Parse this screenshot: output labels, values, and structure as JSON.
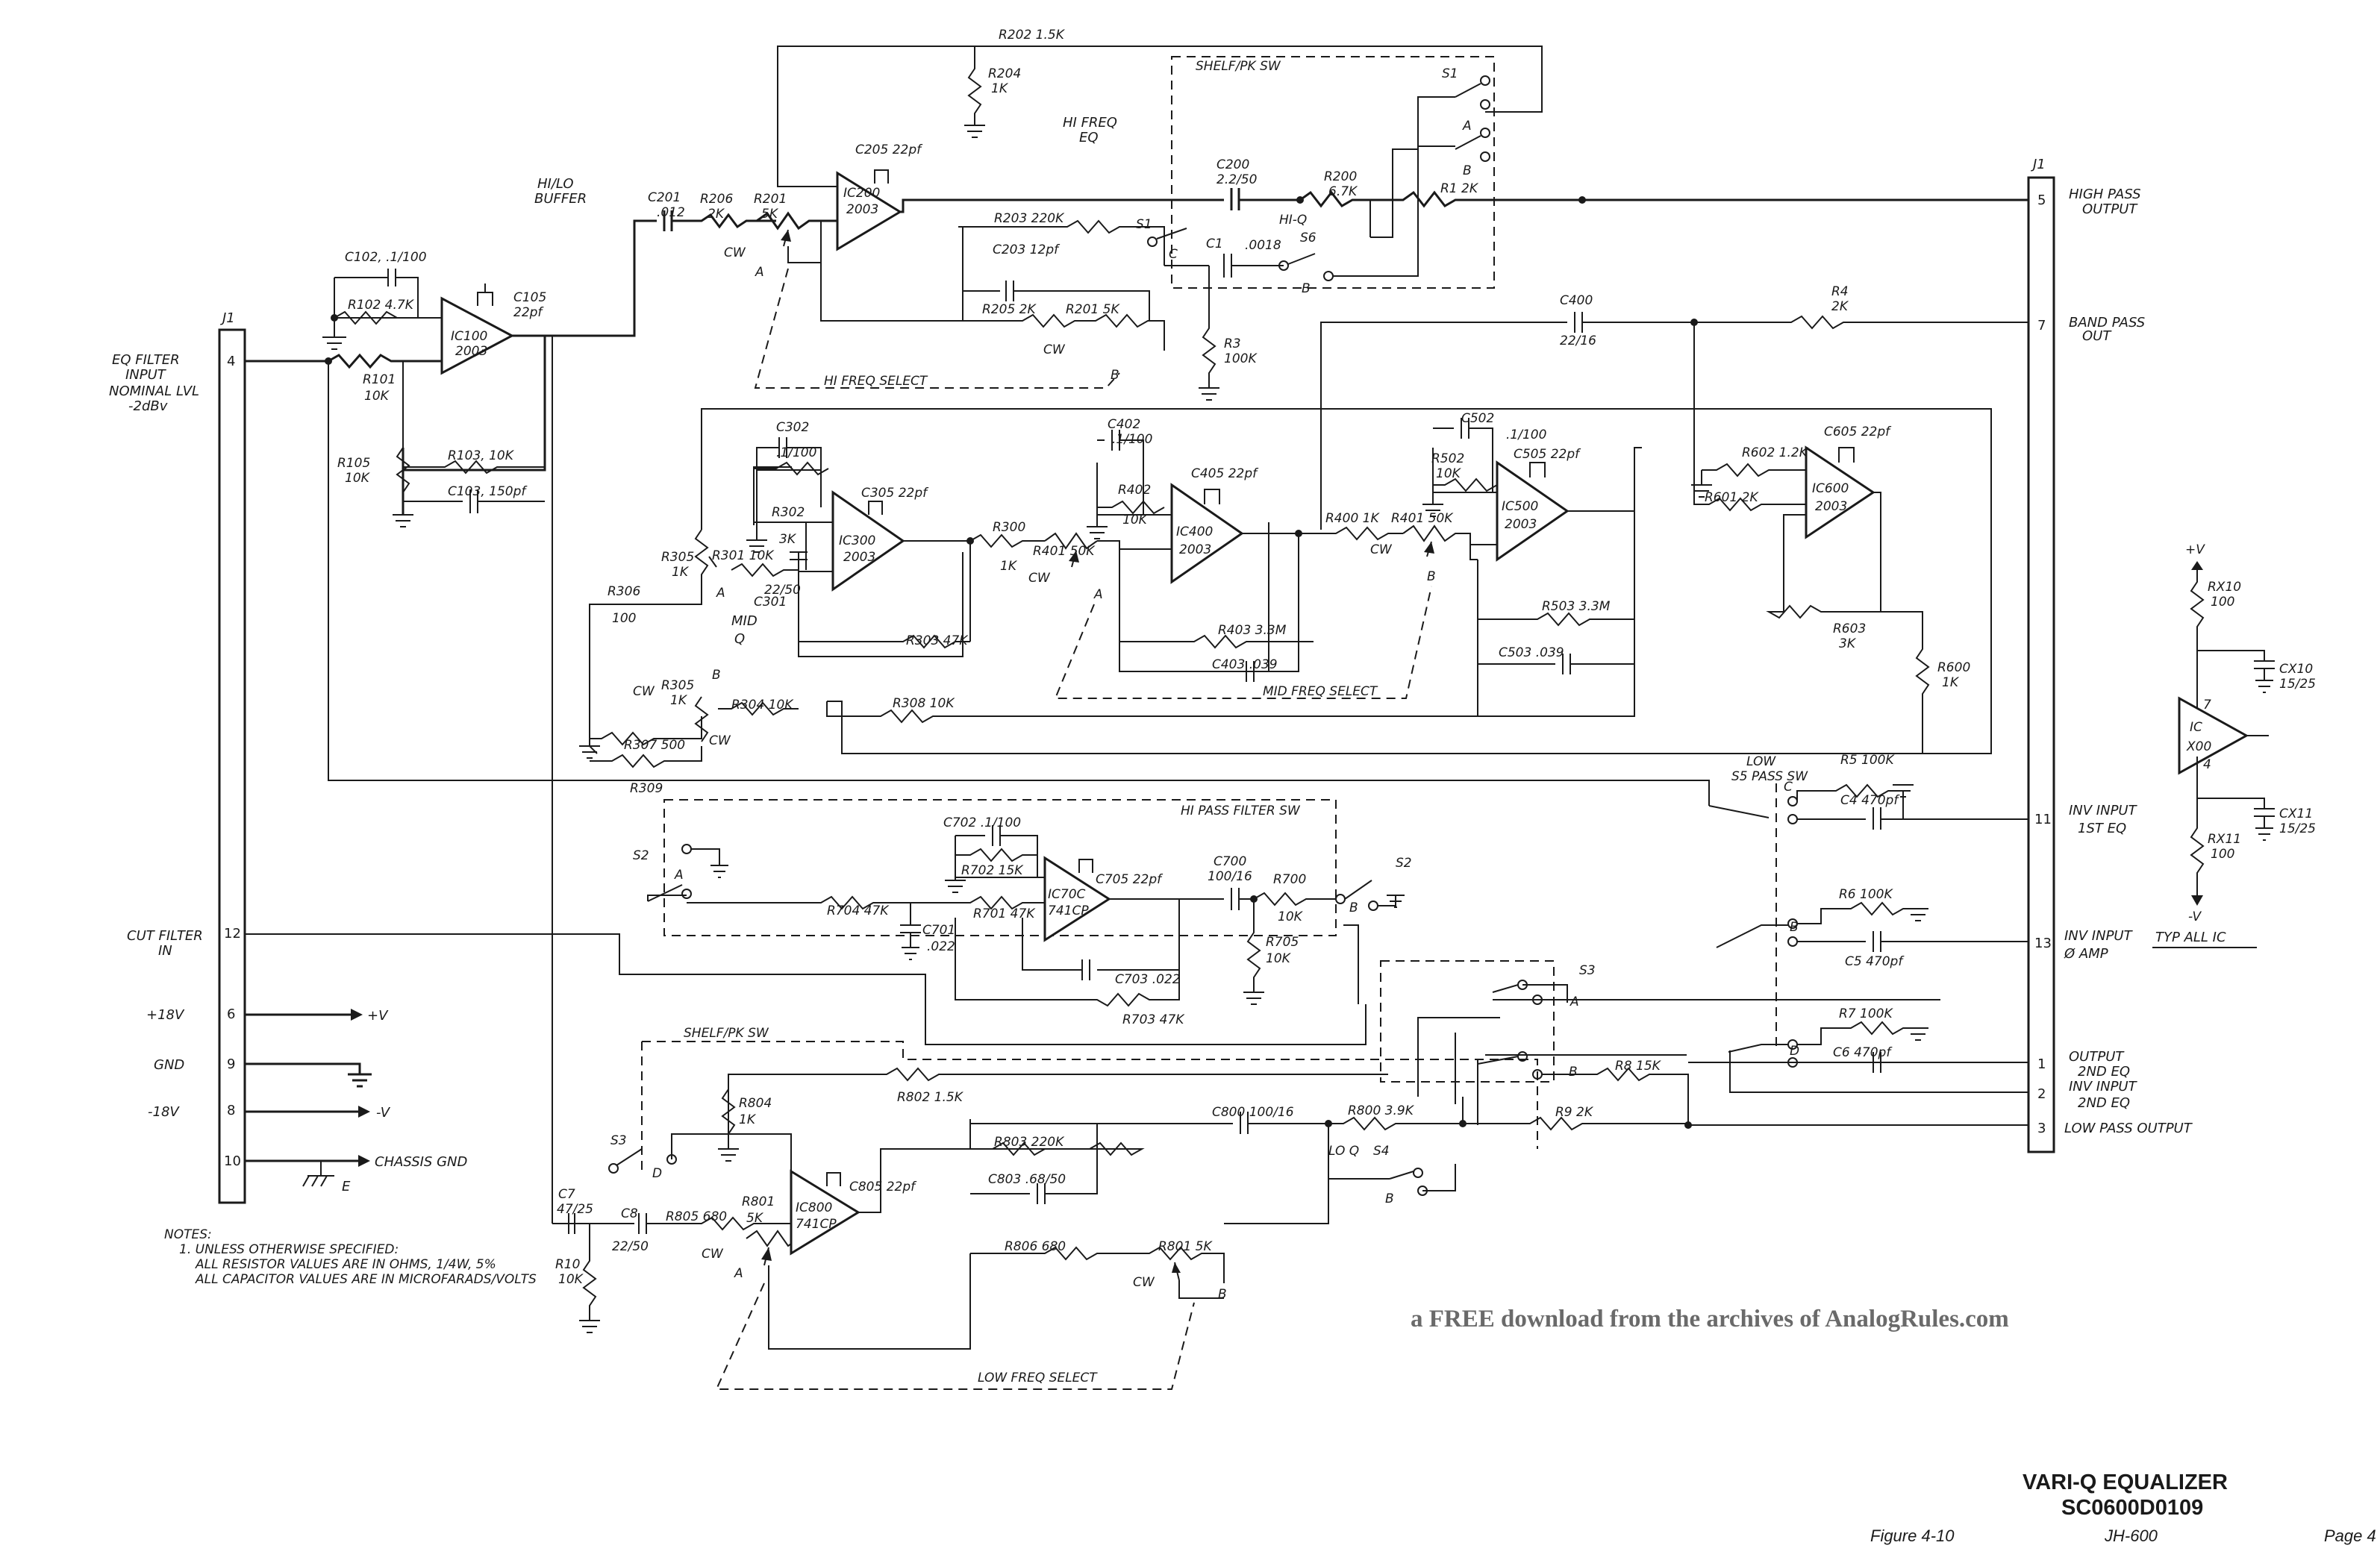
{
  "title_block": {
    "title": "VARI-Q EQUALIZER",
    "drawing_number": "SC0600D0109",
    "figure": "Figure 4-10",
    "model": "JH-600",
    "page": "Page 4"
  },
  "watermark": "a FREE download from the archives of AnalogRules.com",
  "notes": {
    "heading": "NOTES:",
    "line1": "1. UNLESS OTHERWISE SPECIFIED:",
    "line2": "ALL RESISTOR VALUES ARE IN OHMS, 1/4W, 5%",
    "line3": "ALL CAPACITOR VALUES ARE IN MICROFARADS/VOLTS"
  },
  "connector_left": {
    "name": "J1",
    "pins": [
      {
        "num": "4",
        "label1": "EQ FILTER",
        "label2": "INPUT",
        "label3": "NOMINAL LVL",
        "label4": "-2dBv"
      },
      {
        "num": "12",
        "label1": "CUT FILTER",
        "label2": "IN"
      },
      {
        "num": "6",
        "label1": "+18V",
        "net": "+V"
      },
      {
        "num": "9",
        "label1": "GND"
      },
      {
        "num": "8",
        "label1": "-18V",
        "net": "-V"
      },
      {
        "num": "10",
        "net": "CHASSIS GND",
        "ground_tag": "E"
      }
    ]
  },
  "connector_right": {
    "name": "J1",
    "pins": [
      {
        "num": "5",
        "label1": "HIGH PASS",
        "label2": "OUTPUT"
      },
      {
        "num": "7",
        "label1": "BAND PASS",
        "label2": "OUT"
      },
      {
        "num": "11",
        "label1": "INV INPUT",
        "label2": "1ST EQ"
      },
      {
        "num": "13",
        "label1": "INV INPUT",
        "label2": "Ø AMP"
      },
      {
        "num": "1",
        "label1": "OUTPUT",
        "label2": "2ND EQ"
      },
      {
        "num": "2",
        "label1": "INV INPUT",
        "label2": "2ND EQ"
      },
      {
        "num": "3",
        "label1": "LOW PASS OUTPUT"
      }
    ]
  },
  "section_labels": {
    "hi_lo_buffer": "HI/LO",
    "hi_lo_buffer2": "BUFFER",
    "hi_freq_eq": "HI FREQ",
    "hi_freq_eq2": "EQ",
    "shelf_pk_sw_top": "SHELF/PK SW",
    "hi_freq_select": "HI FREQ SELECT",
    "mid_q": "MID",
    "mid_q2": "Q",
    "mid_freq_select": "MID FREQ SELECT",
    "low_pass_sw": "LOW",
    "low_pass_sw2": "S5 PASS SW",
    "hi_pass_filter_sw": "HI PASS FILTER SW",
    "shelf_pk_sw_bottom": "SHELF/PK SW",
    "low_freq_select": "LOW FREQ SELECT",
    "hi_q": "HI-Q",
    "log_q": "LO Q",
    "typ_all_ic": "TYP ALL IC"
  },
  "ics": {
    "ic100": [
      "IC100",
      "2003"
    ],
    "ic200": [
      "IC200",
      "2003"
    ],
    "ic300": [
      "IC300",
      "2003"
    ],
    "ic400": [
      "IC400",
      "2003"
    ],
    "ic500": [
      "IC500",
      "2003"
    ],
    "ic600": [
      "IC600",
      "2003"
    ],
    "ic700": [
      "IC70C",
      "741CP"
    ],
    "ic800": [
      "IC800",
      "741CP"
    ],
    "icx00": [
      "IC",
      "X00"
    ]
  },
  "components": {
    "c102": "C102, .1/100",
    "r102": "R102 4.7K",
    "c105": "C105",
    "c105v": "22pf",
    "r101": "R101",
    "r101v": "10K",
    "r105": "R105",
    "r105v": "10K",
    "r103": "R103, 10K",
    "c103": "C103, 150pf",
    "c201": "C201",
    "c201v": ".012",
    "r206": "R206",
    "r206v": "2K",
    "r201": "R201",
    "r201v": "5K",
    "r202": "R202 1.5K",
    "r204": "R204",
    "r204v": "1K",
    "c205": "C205 22pf",
    "r203": "R203 220K",
    "c203": "C203 12pf",
    "r205": "R205 2K",
    "r2012": "R201 5K",
    "c200": "C200",
    "c200v": "2.2/50",
    "r200": "R200",
    "r200v": "6.7K",
    "r1": "R1 2K",
    "c1": "C1",
    "c1v": ".0018",
    "r3": "R3",
    "r3v": "100K",
    "c400": "C400",
    "c400v": "22/16",
    "r4": "R4",
    "r4v": "2K",
    "c302": "C302",
    "c302v": ".1/100",
    "r302": "R302",
    "r302v": "3K",
    "c305": "C305 22pf",
    "r305": "R305",
    "r305v": "1K",
    "r301": "R301 10K",
    "c301": "22/50",
    "c301n": "C301",
    "r306": "R306",
    "r306v": "100",
    "r303": "R303 47K",
    "r300": "R300",
    "r300v": "1K",
    "r3052": "R305",
    "r3052v": "1K",
    "r304": "R304 10K",
    "r307": "R307 500",
    "r308": "R308 10K",
    "r309": "R309",
    "c402": "C402",
    "c402v": ".1/100",
    "r402": "R402",
    "r402v": "10K",
    "c405": "C405 22pf",
    "r401": "R401 50K",
    "r403": "R403 3.3M",
    "c403": "C403 .039",
    "r400": "R400 1K",
    "r4012": "R401 50K",
    "c502": "C502",
    "c502v": ".1/100",
    "r502": "R502",
    "r502v": "10K",
    "c505": "C505 22pf",
    "r503": "R503 3.3M",
    "c503": "C503 .039",
    "r602": "R602 1.2K",
    "r601": "R601 2K",
    "c605": "C605 22pf",
    "r603": "R603",
    "r603v": "3K",
    "r600": "R600",
    "r600v": "1K",
    "r5": "R5 100K",
    "c4": "C4 470pf",
    "r6": "R6 100K",
    "c5": "C5 470pf",
    "r7": "R7 100K",
    "c6": "C6 470pf",
    "c702": "C702 .1/100",
    "r702": "R702 15K",
    "c705": "C705 22pf",
    "r704": "R704 47K",
    "r701": "R701 47K",
    "c701": "C701",
    "c701v": ".022",
    "c700": "C700",
    "c700v": "100/16",
    "r700": "R700",
    "r700v": "10K",
    "r705": "R705",
    "r705v": "10K",
    "c703": "C703 .022",
    "r703": "R703 47K",
    "r804": "R804",
    "r804v": "1K",
    "r802": "R802 1.5K",
    "r803": "R803 220K",
    "c803": "C803 .68/50",
    "c805": "C805 22pf",
    "c800": "C800 100/16",
    "r800": "R800 3.9K",
    "r8": "R8 15K",
    "r9": "R9 2K",
    "c7": "C7",
    "c7v": "47/25",
    "c8": "C8",
    "c8v": "22/50",
    "r805": "R805 680",
    "r801": "R801",
    "r801v": "5K",
    "r806": "R806 680",
    "r8012": "R801 5K",
    "r10": "R10",
    "r10v": "10K",
    "rx10": "RX10",
    "rx10v": "100",
    "rx11": "RX11",
    "rx11v": "100",
    "cx10": "CX10",
    "cx10v": "15/25",
    "cx11": "CX11",
    "cx11v": "15/25"
  },
  "switches": {
    "s1": "S1",
    "s1b": "S1",
    "s2": "S2",
    "s2b": "S2",
    "s3": "S3",
    "s3b": "S3",
    "s4": "S4",
    "s6": "S6"
  },
  "rails": {
    "pos": "+V",
    "neg": "-V"
  }
}
